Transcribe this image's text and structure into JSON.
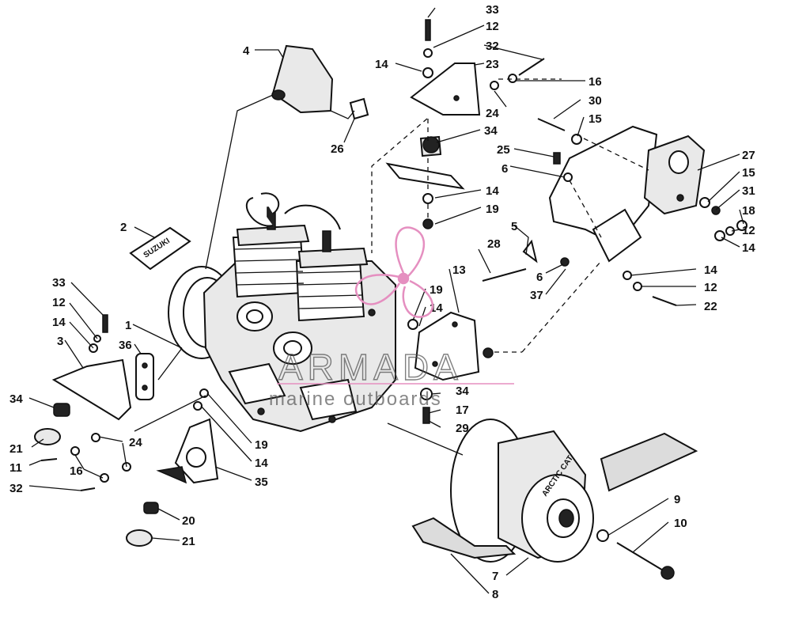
{
  "watermark": {
    "brand": "ARMADA",
    "tagline": "marine outboards",
    "accent_color": "#e58fc0"
  },
  "labels": {
    "decal": "SUZUKI",
    "clutch": "ARCTIC CAT"
  },
  "callouts": [
    {
      "id": "c33a",
      "text": "33"
    },
    {
      "id": "c12a",
      "text": "12"
    },
    {
      "id": "c32a",
      "text": "32"
    },
    {
      "id": "c14a",
      "text": "14"
    },
    {
      "id": "c23",
      "text": "23"
    },
    {
      "id": "c16a",
      "text": "16"
    },
    {
      "id": "c24a",
      "text": "24"
    },
    {
      "id": "c30",
      "text": "30"
    },
    {
      "id": "c15a",
      "text": "15"
    },
    {
      "id": "c34a",
      "text": "34"
    },
    {
      "id": "c25",
      "text": "25"
    },
    {
      "id": "c27",
      "text": "27"
    },
    {
      "id": "c6a",
      "text": "6"
    },
    {
      "id": "c15b",
      "text": "15"
    },
    {
      "id": "c14b",
      "text": "14"
    },
    {
      "id": "c31",
      "text": "31"
    },
    {
      "id": "c19a",
      "text": "19"
    },
    {
      "id": "c18",
      "text": "18"
    },
    {
      "id": "c12b",
      "text": "12"
    },
    {
      "id": "c5",
      "text": "5"
    },
    {
      "id": "c14c",
      "text": "14"
    },
    {
      "id": "c28",
      "text": "28"
    },
    {
      "id": "c6b",
      "text": "6"
    },
    {
      "id": "c14d",
      "text": "14"
    },
    {
      "id": "c12c",
      "text": "12"
    },
    {
      "id": "c37",
      "text": "37"
    },
    {
      "id": "c22",
      "text": "22"
    },
    {
      "id": "c13",
      "text": "13"
    },
    {
      "id": "c19b",
      "text": "19"
    },
    {
      "id": "c14e",
      "text": "14"
    },
    {
      "id": "c4",
      "text": "4"
    },
    {
      "id": "c26",
      "text": "26"
    },
    {
      "id": "c2",
      "text": "2"
    },
    {
      "id": "c33b",
      "text": "33"
    },
    {
      "id": "c12d",
      "text": "12"
    },
    {
      "id": "c14f",
      "text": "14"
    },
    {
      "id": "c1",
      "text": "1"
    },
    {
      "id": "c3",
      "text": "3"
    },
    {
      "id": "c36",
      "text": "36"
    },
    {
      "id": "c34b",
      "text": "34"
    },
    {
      "id": "c21a",
      "text": "21"
    },
    {
      "id": "c24b",
      "text": "24"
    },
    {
      "id": "c11",
      "text": "11"
    },
    {
      "id": "c16b",
      "text": "16"
    },
    {
      "id": "c32b",
      "text": "32"
    },
    {
      "id": "c19c",
      "text": "19"
    },
    {
      "id": "c14g",
      "text": "14"
    },
    {
      "id": "c35",
      "text": "35"
    },
    {
      "id": "c20",
      "text": "20"
    },
    {
      "id": "c21b",
      "text": "21"
    },
    {
      "id": "c34c",
      "text": "34"
    },
    {
      "id": "c17",
      "text": "17"
    },
    {
      "id": "c29",
      "text": "29"
    },
    {
      "id": "c9",
      "text": "9"
    },
    {
      "id": "c10",
      "text": "10"
    },
    {
      "id": "c7",
      "text": "7"
    },
    {
      "id": "c8",
      "text": "8"
    }
  ]
}
